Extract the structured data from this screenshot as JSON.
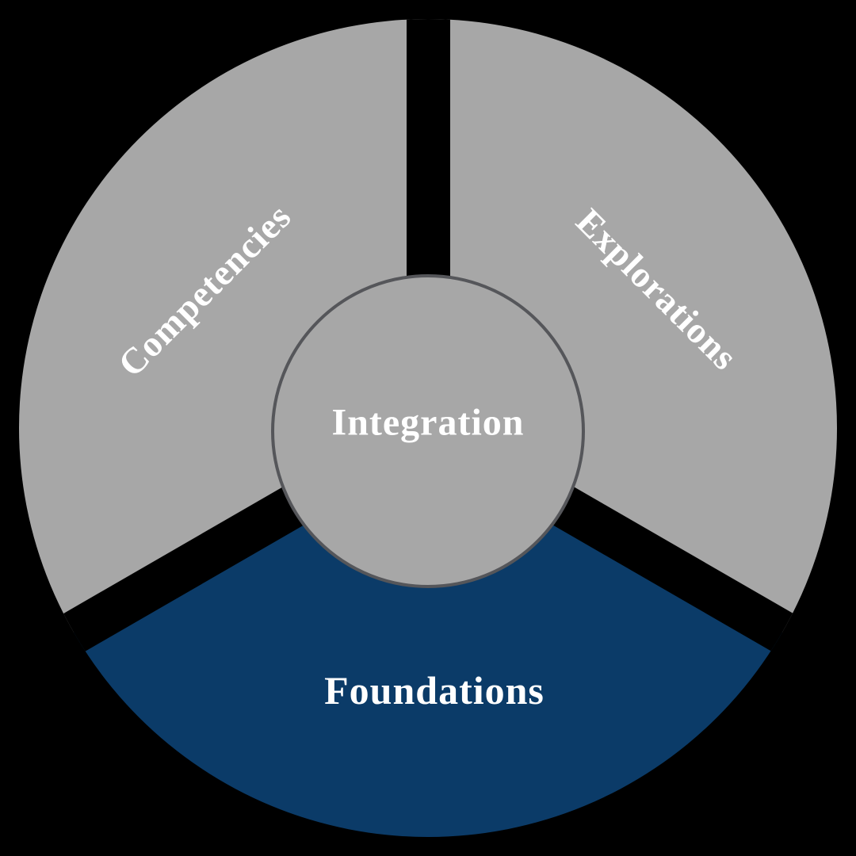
{
  "diagram": {
    "title": "curriculum-wheel",
    "center": {
      "label": "Integration"
    },
    "segments": [
      {
        "label": "Competencies",
        "position": "upper-left",
        "color": "#a7a7a7"
      },
      {
        "label": "Explorations",
        "position": "upper-right",
        "color": "#a7a7a7"
      },
      {
        "label": "Foundations",
        "position": "bottom",
        "color": "#0b3b68"
      }
    ]
  },
  "colors": {
    "background": "#000000",
    "segment-gray": "#a7a7a7",
    "segment-navy": "#0b3b68",
    "inner-circle-fill": "#a7a7a7",
    "inner-circle-border": "#55565a",
    "label-text": "#ffffff"
  }
}
